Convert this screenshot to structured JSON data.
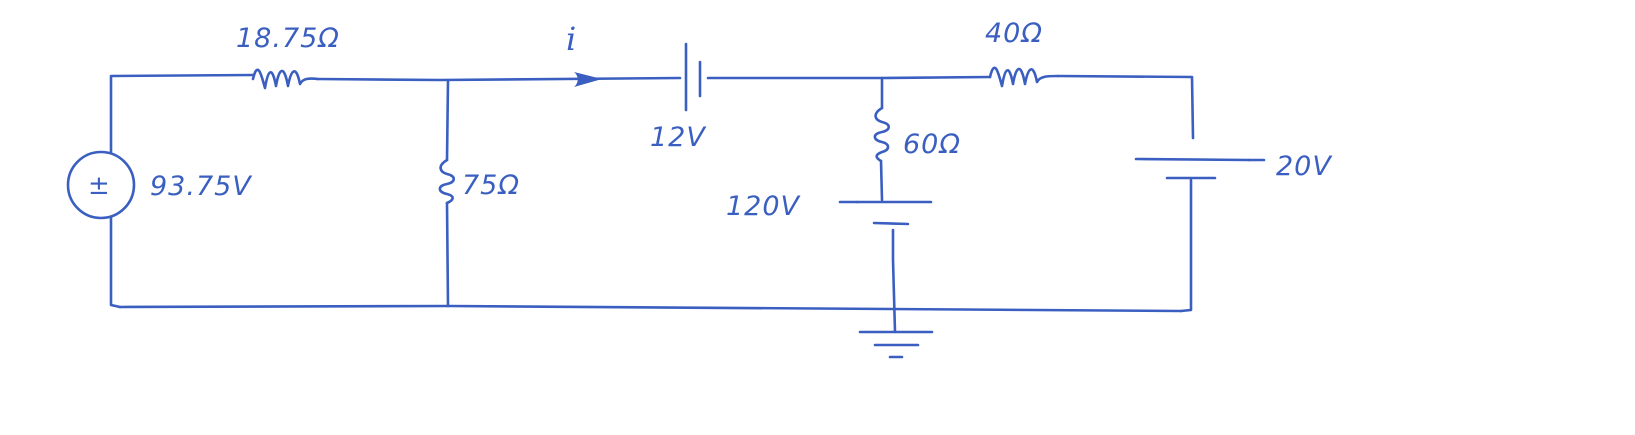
{
  "colors": {
    "ink": "#3a5fc0",
    "background": "#ffffff"
  },
  "labels": {
    "r_series": "18.75Ω",
    "r_shunt": "75Ω",
    "r_top_right": "40Ω",
    "r_middle": "60Ω",
    "source_voltage": "93.75V",
    "source_sign": "±",
    "current": "i",
    "battery_series": "12V",
    "battery_middle": "120V",
    "battery_right": "20V"
  }
}
